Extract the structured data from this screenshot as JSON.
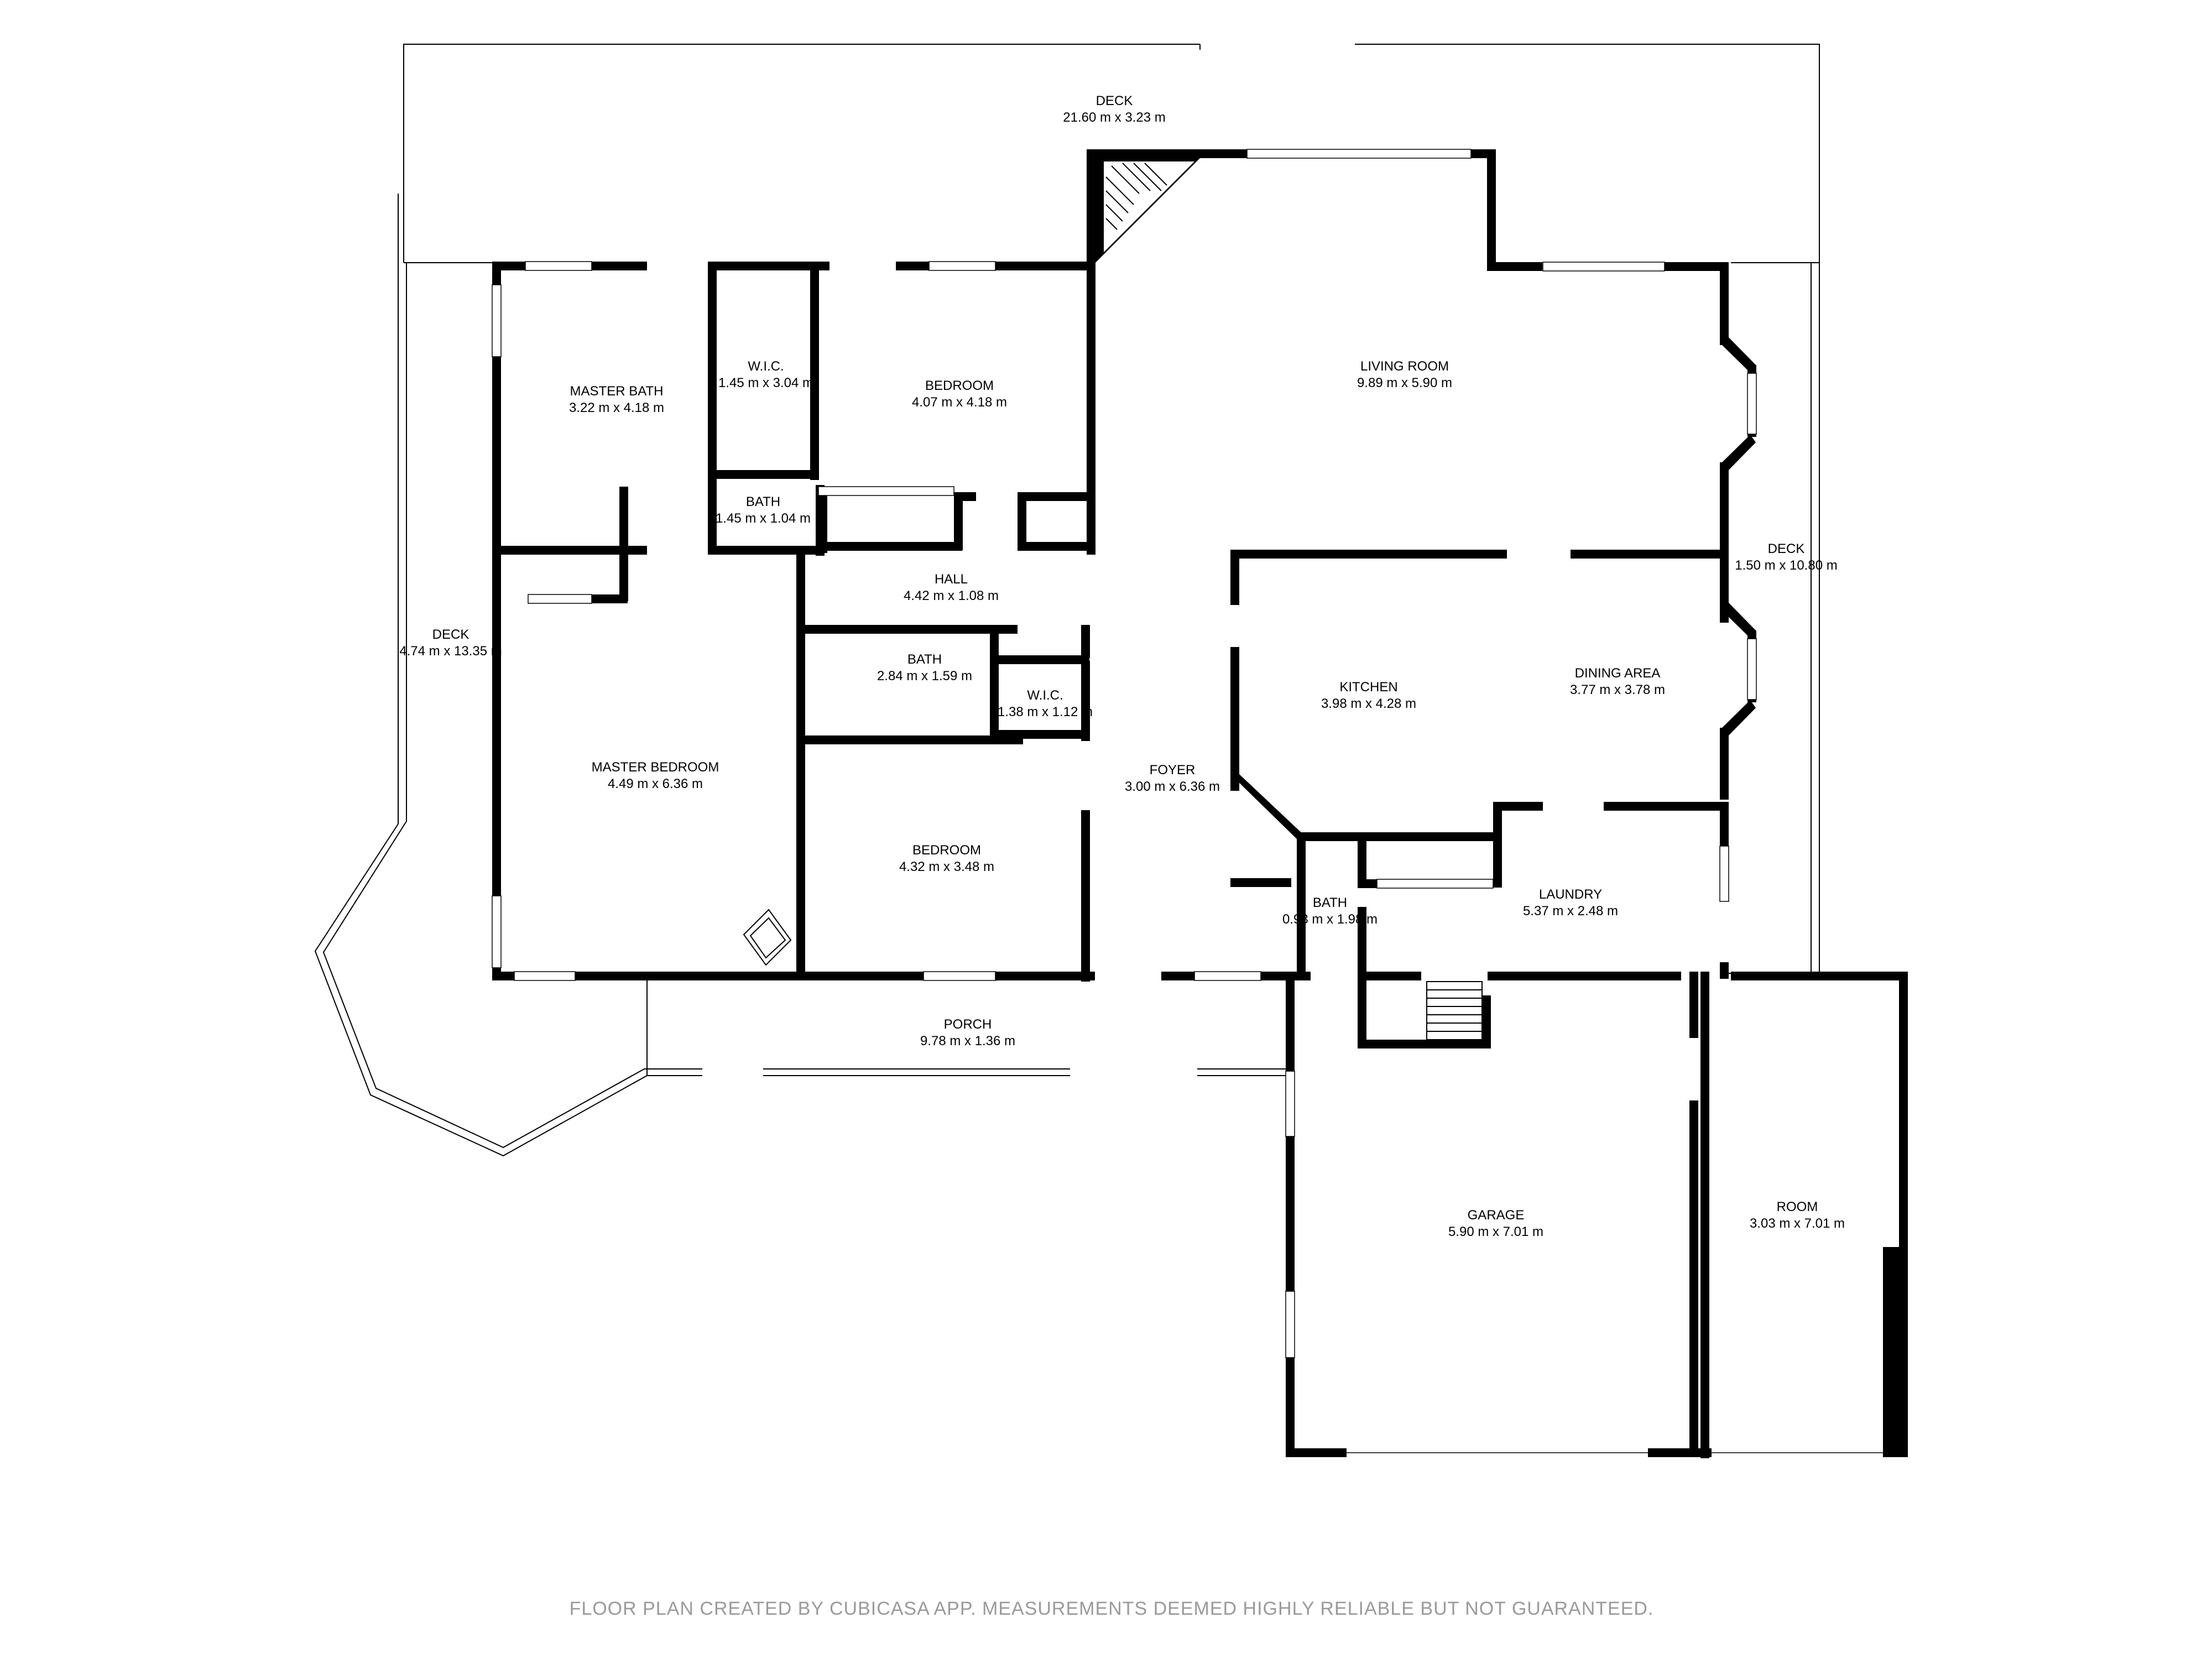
{
  "rooms": {
    "deck_top": {
      "name": "DECK",
      "dim": "21.60 m x 3.23 m"
    },
    "living_room": {
      "name": "LIVING ROOM",
      "dim": "9.89 m x 5.90 m"
    },
    "master_bath": {
      "name": "MASTER BATH",
      "dim": "3.22 m x 4.18 m"
    },
    "wic_top": {
      "name": "W.I.C.",
      "dim": "1.45 m x 3.04 m"
    },
    "bedroom_top": {
      "name": "BEDROOM",
      "dim": "4.07 m x 4.18 m"
    },
    "bath_small": {
      "name": "BATH",
      "dim": "1.45 m x 1.04 m"
    },
    "deck_right": {
      "name": "DECK",
      "dim": "1.50 m x 10.80 m"
    },
    "hall": {
      "name": "HALL",
      "dim": "4.42 m x 1.08 m"
    },
    "deck_left": {
      "name": "DECK",
      "dim": "4.74 m x 13.35 m"
    },
    "bath_mid": {
      "name": "BATH",
      "dim": "2.84 m x 1.59 m"
    },
    "wic_mid": {
      "name": "W.I.C.",
      "dim": "1.38 m x 1.12 m"
    },
    "kitchen": {
      "name": "KITCHEN",
      "dim": "3.98 m x 4.28 m"
    },
    "dining_area": {
      "name": "DINING AREA",
      "dim": "3.77 m x 3.78 m"
    },
    "master_bedroom": {
      "name": "MASTER BEDROOM",
      "dim": "4.49 m x 6.36 m"
    },
    "foyer": {
      "name": "FOYER",
      "dim": "3.00 m x 6.36 m"
    },
    "bedroom_bottom": {
      "name": "BEDROOM",
      "dim": "4.32 m x 3.48 m"
    },
    "laundry": {
      "name": "LAUNDRY",
      "dim": "5.37 m x 2.48 m"
    },
    "bath_small2": {
      "name": "BATH",
      "dim": "0.93 m x 1.98 m"
    },
    "porch": {
      "name": "PORCH",
      "dim": "9.78 m x 1.36 m"
    },
    "garage": {
      "name": "GARAGE",
      "dim": "5.90 m x 7.01 m"
    },
    "room": {
      "name": "ROOM",
      "dim": "3.03 m x 7.01 m"
    }
  },
  "footer": "FLOOR PLAN CREATED BY CUBICASA APP. MEASUREMENTS DEEMED HIGHLY RELIABLE BUT NOT GUARANTEED."
}
